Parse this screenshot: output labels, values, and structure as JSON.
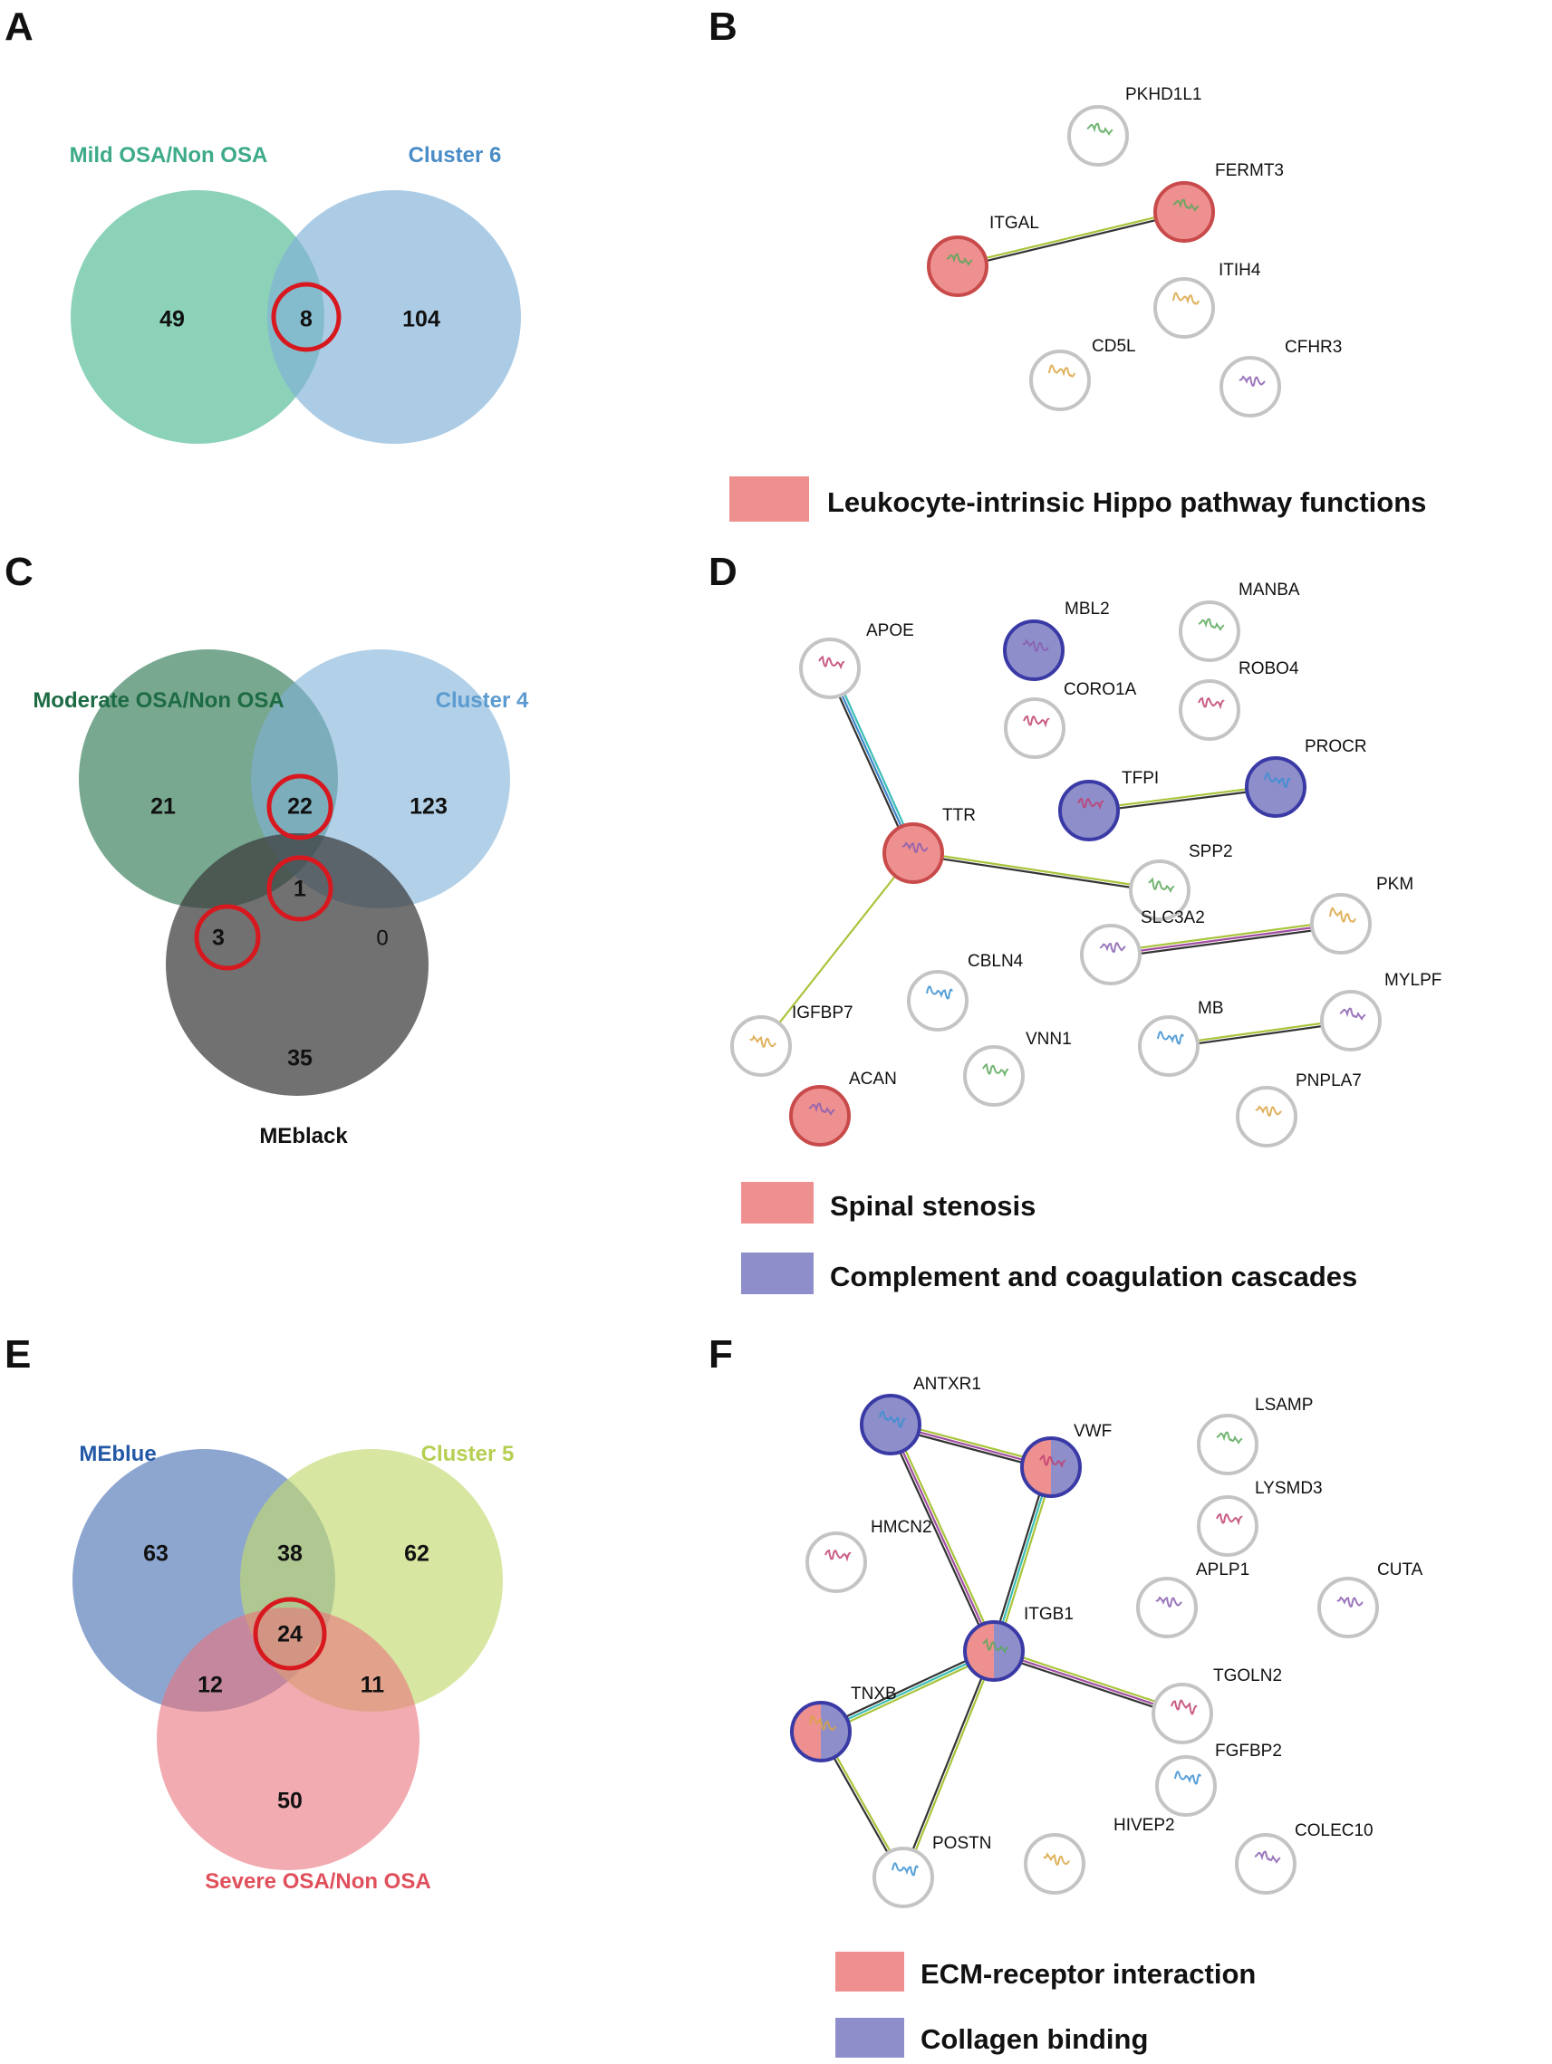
{
  "panel_letters": [
    "A",
    "B",
    "C",
    "D",
    "E",
    "F"
  ],
  "colors": {
    "mild_osa": "#5bbf9a",
    "cluster6": "#7fb1d9",
    "moderate_osa": "#2f7a55",
    "cluster4": "#7fb1d9",
    "meblack": "#3a3a3a",
    "meblue": "#3f6bb0",
    "cluster5": "#c2d86e",
    "severe_osa": "#e9737c",
    "highlight_ring": "#d7181f",
    "pathway_red": "#ee9090",
    "pathway_blue": "#8e8ecb",
    "node_ring_grey": "#c4c4c4",
    "node_ring_red": "#c94a4a",
    "node_ring_blue": "#3a3aa6"
  },
  "venn_A": {
    "set_labels": [
      "Mild OSA/Non OSA",
      "Cluster 6"
    ],
    "counts": [
      "49",
      "8",
      "104"
    ]
  },
  "venn_C": {
    "set_labels": [
      "Moderate OSA/Non OSA",
      "Cluster 4",
      "MEblack"
    ],
    "counts": [
      "21",
      "22",
      "123",
      "1",
      "3",
      "0",
      "35"
    ]
  },
  "venn_E": {
    "set_labels": [
      "MEblue",
      "Cluster 5",
      "Severe OSA/Non OSA"
    ],
    "counts": [
      "63",
      "38",
      "62",
      "24",
      "12",
      "11",
      "50"
    ]
  },
  "network_B": {
    "nodes": [
      "PKHD1L1",
      "FERMT3",
      "ITGAL",
      "ITIH4",
      "CD5L",
      "CFHR3"
    ],
    "legend": [
      "Leukocyte-intrinsic Hippo pathway functions"
    ]
  },
  "network_D": {
    "nodes": [
      "APOE",
      "MBL2",
      "MANBA",
      "CORO1A",
      "ROBO4",
      "TFPI",
      "PROCR",
      "TTR",
      "SPP2",
      "SLC3A2",
      "PKM",
      "CBLN4",
      "IGFBP7",
      "VNN1",
      "MB",
      "MYLPF",
      "ACAN",
      "PNPLA7"
    ],
    "legend": [
      "Spinal stenosis",
      "Complement and coagulation cascades"
    ]
  },
  "network_F": {
    "nodes": [
      "ANTXR1",
      "VWF",
      "LSAMP",
      "LYSMD3",
      "HMCN2",
      "APLP1",
      "CUTA",
      "ITGB1",
      "TGOLN2",
      "TNXB",
      "FGFBP2",
      "POSTN",
      "HIVEP2",
      "COLEC10"
    ],
    "legend": [
      "ECM-receptor interaction",
      "Collagen binding"
    ]
  }
}
